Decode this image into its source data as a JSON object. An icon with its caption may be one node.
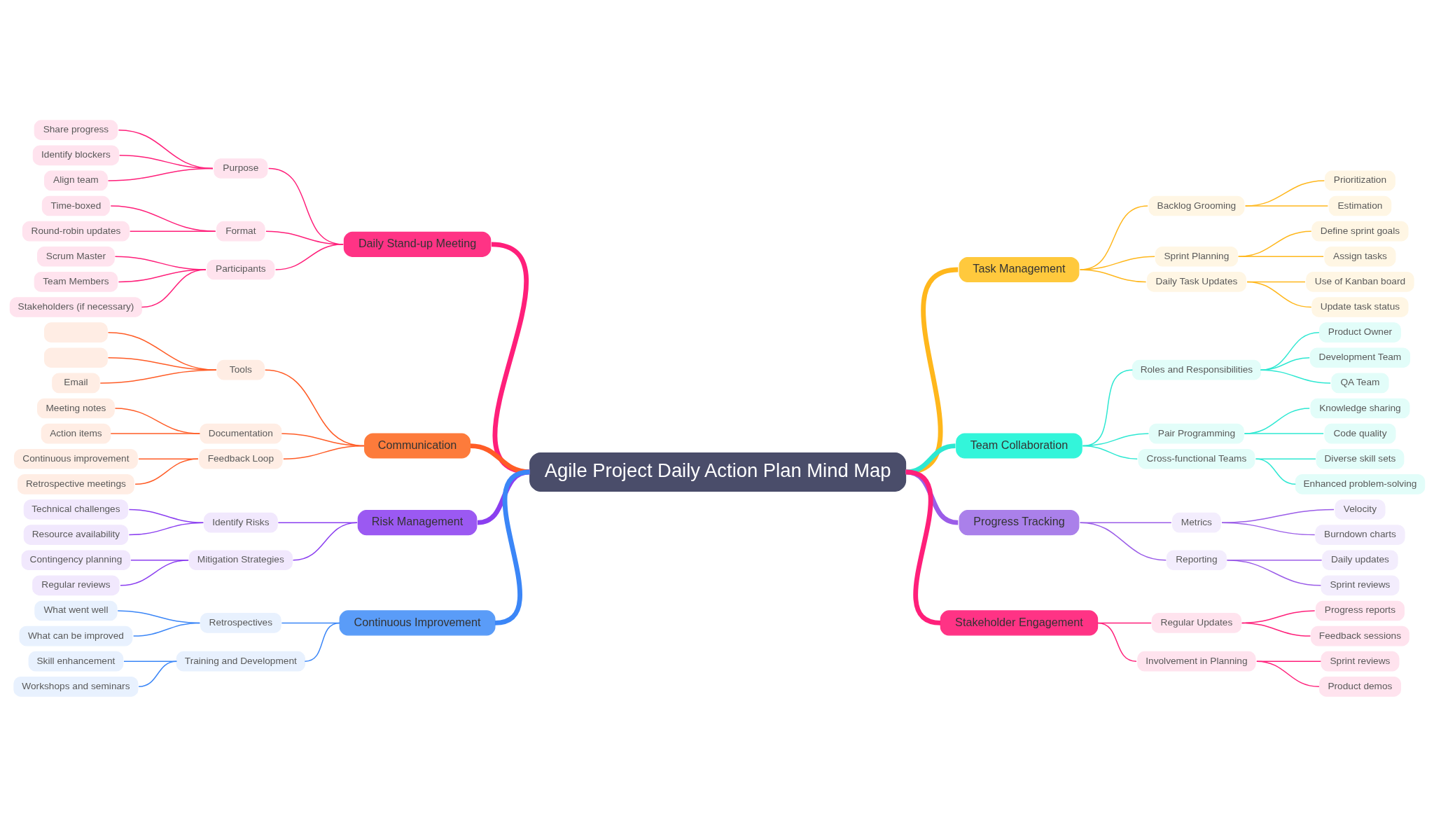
{
  "diagram": {
    "nodes": [
      {
        "text": [
          "Agile Project Daily Action Plan Mind Map"
        ]
      },
      {
        "text": [
          "Daily Stand-up Meeting"
        ]
      },
      {
        "text": [
          "Purpose"
        ]
      },
      {
        "text": [
          "Share progress"
        ]
      },
      {
        "text": [
          "Identify blockers"
        ]
      },
      {
        "text": [
          "Align team"
        ]
      },
      {
        "text": [
          "Format"
        ]
      },
      {
        "text": [
          "Time-boxed"
        ]
      },
      {
        "text": [
          "Round-robin updates"
        ]
      },
      {
        "text": [
          "Participants"
        ]
      },
      {
        "text": [
          "Scrum Master"
        ]
      },
      {
        "text": [
          "Team Members"
        ]
      },
      {
        "text": [
          "Stakeholders (if necessary)"
        ]
      },
      {
        "text": [
          "Communication"
        ]
      },
      {
        "text": [
          "Tools"
        ]
      },
      {
        "text": [],
        "shape": "box"
      },
      {
        "text": [],
        "shape": "box"
      },
      {
        "text": [
          "Email"
        ]
      },
      {
        "text": [
          "Documentation"
        ]
      },
      {
        "text": [
          "Meeting notes"
        ]
      },
      {
        "text": [
          "Action items"
        ]
      },
      {
        "text": [
          "Feedback Loop"
        ]
      },
      {
        "text": [
          "Continuous improvement"
        ]
      },
      {
        "text": [
          "Retrospective meetings"
        ]
      },
      {
        "text": [
          "Risk Management"
        ]
      },
      {
        "text": [
          "Identify Risks"
        ]
      },
      {
        "text": [
          "Technical challenges"
        ]
      },
      {
        "text": [
          "Resource availability"
        ]
      },
      {
        "text": [
          "Mitigation Strategies"
        ]
      },
      {
        "text": [
          "Contingency planning"
        ]
      },
      {
        "text": [
          "Regular reviews"
        ]
      },
      {
        "text": [
          "Continuous Improvement"
        ]
      },
      {
        "text": [
          "Retrospectives"
        ]
      },
      {
        "text": [
          "What went well"
        ]
      },
      {
        "text": [
          "What can be improved"
        ]
      },
      {
        "text": [
          "Training and Development"
        ]
      },
      {
        "text": [
          "Skill enhancement"
        ]
      },
      {
        "text": [
          "Workshops and seminars"
        ]
      },
      {
        "text": [
          "Task Management"
        ]
      },
      {
        "text": [
          "Backlog Grooming"
        ]
      },
      {
        "text": [
          "Prioritization"
        ]
      },
      {
        "text": [
          "Estimation"
        ]
      },
      {
        "text": [
          "Sprint Planning"
        ]
      },
      {
        "text": [
          "Define sprint goals"
        ]
      },
      {
        "text": [
          "Assign tasks"
        ]
      },
      {
        "text": [
          "Daily Task Updates"
        ]
      },
      {
        "text": [
          "Use of Kanban board"
        ]
      },
      {
        "text": [
          "Update task status"
        ]
      },
      {
        "text": [
          "Team Collaboration"
        ]
      },
      {
        "text": [
          "Roles and Responsibilities"
        ]
      },
      {
        "text": [
          "Product Owner"
        ]
      },
      {
        "text": [
          "Development Team"
        ]
      },
      {
        "text": [
          "QA Team"
        ]
      },
      {
        "text": [
          "Pair Programming"
        ]
      },
      {
        "text": [
          "Knowledge sharing"
        ]
      },
      {
        "text": [
          "Code quality"
        ]
      },
      {
        "text": [
          "Cross-functional Teams"
        ]
      },
      {
        "text": [
          "Diverse skill sets"
        ]
      },
      {
        "text": [
          "Enhanced problem-solving"
        ]
      },
      {
        "text": [
          "Progress Tracking"
        ]
      },
      {
        "text": [
          "Metrics"
        ]
      },
      {
        "text": [
          "Velocity"
        ]
      },
      {
        "text": [
          "Burndown charts"
        ]
      },
      {
        "text": [
          "Reporting"
        ]
      },
      {
        "text": [
          "Daily updates"
        ]
      },
      {
        "text": [
          "Sprint reviews"
        ]
      },
      {
        "text": [
          "Stakeholder Engagement"
        ]
      },
      {
        "text": [
          "Regular Updates"
        ]
      },
      {
        "text": [
          "Progress reports"
        ]
      },
      {
        "text": [
          "Feedback sessions"
        ]
      },
      {
        "text": [
          "Involvement in Planning"
        ]
      },
      {
        "text": [
          "Sprint reviews"
        ]
      },
      {
        "text": [
          "Product demos"
        ]
      }
    ],
    "edges": [
      {
        "from": 1,
        "to": 0,
        "arrow": "none",
        "style": "thick"
      },
      {
        "from": 2,
        "to": 1,
        "arrow": "none"
      },
      {
        "from": 3,
        "to": 2,
        "arrow": "none"
      },
      {
        "from": 4,
        "to": 2,
        "arrow": "none"
      },
      {
        "from": 5,
        "to": 2,
        "arrow": "none"
      },
      {
        "from": 6,
        "to": 1,
        "arrow": "none"
      },
      {
        "from": 7,
        "to": 6,
        "arrow": "none"
      },
      {
        "from": 8,
        "to": 6,
        "arrow": "none"
      },
      {
        "from": 9,
        "to": 1,
        "arrow": "none"
      },
      {
        "from": 10,
        "to": 9,
        "arrow": "none"
      },
      {
        "from": 11,
        "to": 9,
        "arrow": "none"
      },
      {
        "from": 12,
        "to": 9,
        "arrow": "none"
      },
      {
        "from": 13,
        "to": 0,
        "arrow": "none",
        "style": "thick",
        "color": "#ff5c26"
      },
      {
        "from": 14,
        "to": 13,
        "arrow": "none",
        "color": "#ff5c26"
      },
      {
        "from": 15,
        "to": 14,
        "arrow": "none",
        "color": "#ff5c26"
      },
      {
        "from": 16,
        "to": 14,
        "arrow": "none",
        "color": "#ff5c26"
      },
      {
        "from": 17,
        "to": 14,
        "arrow": "none",
        "color": "#ff5c26"
      },
      {
        "from": 18,
        "to": 13,
        "arrow": "none",
        "color": "#ff5c26"
      },
      {
        "from": 19,
        "to": 18,
        "arrow": "none",
        "color": "#ff5c26"
      },
      {
        "from": 20,
        "to": 18,
        "arrow": "none",
        "color": "#ff5c26"
      },
      {
        "from": 21,
        "to": 13,
        "arrow": "none",
        "color": "#ff5c26"
      },
      {
        "from": 22,
        "to": 21,
        "arrow": "none",
        "color": "#ff5c26"
      },
      {
        "from": 23,
        "to": 21,
        "arrow": "none",
        "color": "#ff5c26"
      },
      {
        "from": 24,
        "to": 0,
        "arrow": "none",
        "style": "thick",
        "color": "#8b3ff0"
      },
      {
        "from": 25,
        "to": 24,
        "arrow": "none",
        "color": "#8b3ff0"
      },
      {
        "from": 26,
        "to": 25,
        "arrow": "none",
        "color": "#8b3ff0"
      },
      {
        "from": 27,
        "to": 25,
        "arrow": "none",
        "color": "#8b3ff0"
      },
      {
        "from": 28,
        "to": 24,
        "arrow": "none",
        "color": "#8b3ff0"
      },
      {
        "from": 29,
        "to": 28,
        "arrow": "none",
        "color": "#8b3ff0"
      },
      {
        "from": 30,
        "to": 28,
        "arrow": "none",
        "color": "#8b3ff0"
      },
      {
        "from": 31,
        "to": 0,
        "arrow": "none",
        "style": "thick",
        "color": "#3b86f7"
      },
      {
        "from": 32,
        "to": 31,
        "arrow": "none",
        "color": "#3b86f7"
      },
      {
        "from": 33,
        "to": 32,
        "arrow": "none",
        "color": "#3b86f7"
      },
      {
        "from": 34,
        "to": 32,
        "arrow": "none",
        "color": "#3b86f7"
      },
      {
        "from": 35,
        "to": 31,
        "arrow": "none",
        "color": "#3b86f7"
      },
      {
        "from": 36,
        "to": 35,
        "arrow": "none",
        "color": "#3b86f7"
      },
      {
        "from": 37,
        "to": 35,
        "arrow": "none",
        "color": "#3b86f7"
      },
      {
        "from": 0,
        "to": 38,
        "arrow": "none",
        "style": "thick",
        "color": "#ffb71c"
      },
      {
        "from": 38,
        "to": 39,
        "arrow": "none",
        "color": "#ffb71c"
      },
      {
        "from": 39,
        "to": 40,
        "arrow": "none",
        "color": "#ffb71c"
      },
      {
        "from": 39,
        "to": 41,
        "arrow": "none",
        "color": "#ffb71c"
      },
      {
        "from": 38,
        "to": 42,
        "arrow": "none",
        "color": "#ffb71c"
      },
      {
        "from": 42,
        "to": 43,
        "arrow": "none",
        "color": "#ffb71c"
      },
      {
        "from": 42,
        "to": 44,
        "arrow": "none",
        "color": "#ffb71c"
      },
      {
        "from": 38,
        "to": 45,
        "arrow": "none",
        "color": "#ffb71c"
      },
      {
        "from": 45,
        "to": 46,
        "arrow": "none",
        "color": "#ffb71c"
      },
      {
        "from": 45,
        "to": 47,
        "arrow": "none",
        "color": "#ffb71c"
      },
      {
        "from": 0,
        "to": 48,
        "arrow": "none",
        "style": "thick",
        "color": "#2ee8d2"
      },
      {
        "from": 48,
        "to": 49,
        "arrow": "none",
        "color": "#2ee8d2"
      },
      {
        "from": 49,
        "to": 50,
        "arrow": "none",
        "color": "#2ee8d2"
      },
      {
        "from": 49,
        "to": 51,
        "arrow": "none",
        "color": "#2ee8d2"
      },
      {
        "from": 49,
        "to": 52,
        "arrow": "none",
        "color": "#2ee8d2"
      },
      {
        "from": 48,
        "to": 53,
        "arrow": "none",
        "color": "#2ee8d2"
      },
      {
        "from": 53,
        "to": 54,
        "arrow": "none",
        "color": "#2ee8d2"
      },
      {
        "from": 53,
        "to": 55,
        "arrow": "none",
        "color": "#2ee8d2"
      },
      {
        "from": 48,
        "to": 56,
        "arrow": "none",
        "color": "#2ee8d2"
      },
      {
        "from": 56,
        "to": 57,
        "arrow": "none",
        "color": "#2ee8d2"
      },
      {
        "from": 56,
        "to": 58,
        "arrow": "none",
        "color": "#2ee8d2"
      },
      {
        "from": 0,
        "to": 59,
        "arrow": "none",
        "style": "thick",
        "color": "#9b5de8"
      },
      {
        "from": 59,
        "to": 60,
        "arrow": "none",
        "color": "#9b5de8"
      },
      {
        "from": 60,
        "to": 61,
        "arrow": "none",
        "color": "#9b5de8"
      },
      {
        "from": 60,
        "to": 62,
        "arrow": "none",
        "color": "#9b5de8"
      },
      {
        "from": 59,
        "to": 63,
        "arrow": "none",
        "color": "#9b5de8"
      },
      {
        "from": 63,
        "to": 64,
        "arrow": "none",
        "color": "#9b5de8"
      },
      {
        "from": 63,
        "to": 65,
        "arrow": "none",
        "color": "#9b5de8"
      },
      {
        "from": 0,
        "to": 66,
        "arrow": "none",
        "style": "thick"
      },
      {
        "from": 66,
        "to": 67,
        "arrow": "none"
      },
      {
        "from": 67,
        "to": 68,
        "arrow": "none"
      },
      {
        "from": 67,
        "to": 69,
        "arrow": "none"
      },
      {
        "from": 66,
        "to": 70,
        "arrow": "none"
      },
      {
        "from": 70,
        "to": 71,
        "arrow": "none"
      },
      {
        "from": 70,
        "to": 72,
        "arrow": "none"
      }
    ]
  }
}
